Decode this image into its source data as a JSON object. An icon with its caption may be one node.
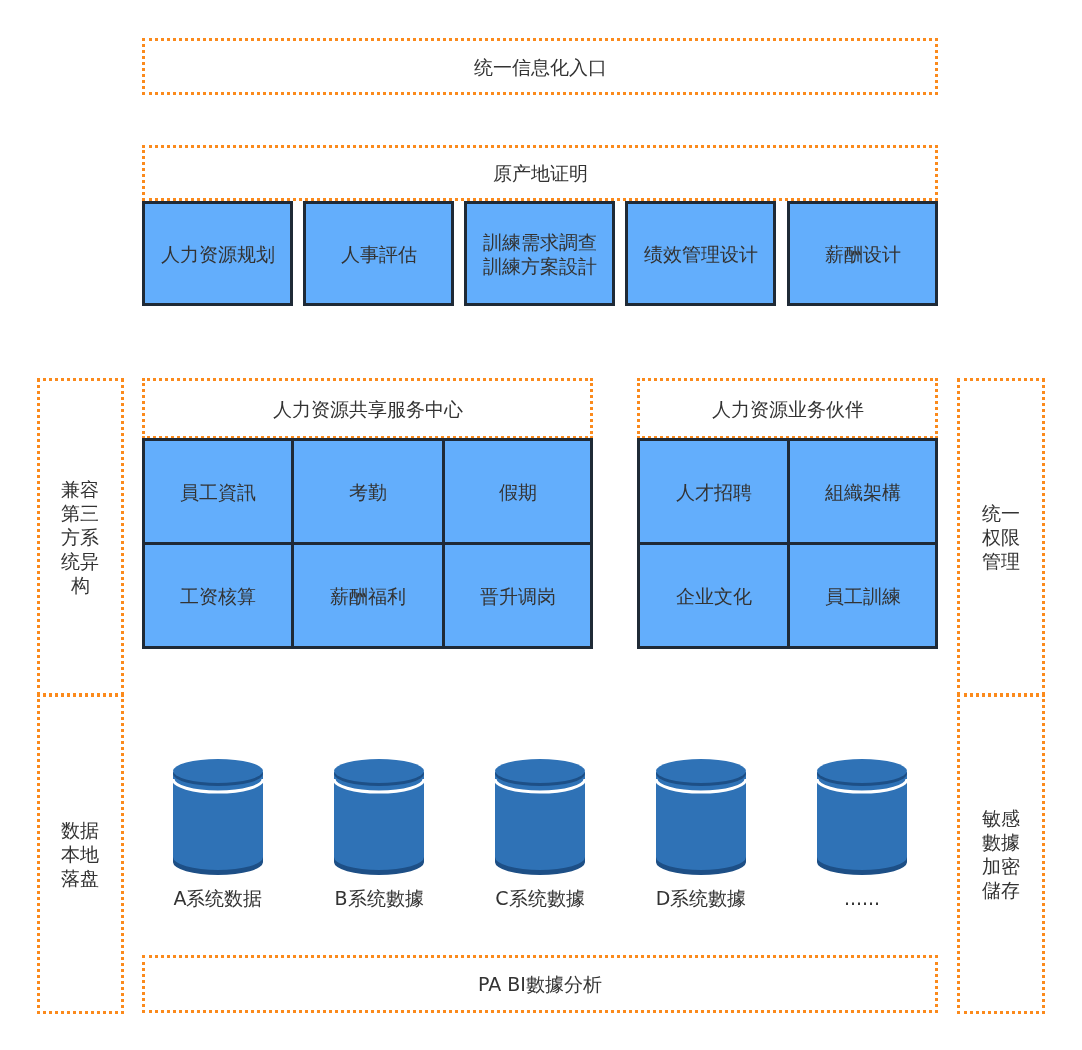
{
  "diagram": {
    "nodes": [
      {
        "text": [
          "统一信息化入口"
        ]
      },
      {
        "text": [
          "原产地证明"
        ]
      },
      {
        "text": [
          "人力资源规划"
        ]
      },
      {
        "text": [
          "人事評估"
        ]
      },
      {
        "text": [
          "訓練需求調查訓練方案設計"
        ]
      },
      {
        "text": [
          "绩效管理设计"
        ]
      },
      {
        "text": [
          "薪酬设计"
        ]
      },
      {
        "text": [
          "兼容第三方系统异构"
        ]
      },
      {
        "text": [
          "人力资源共享服务中心"
        ]
      },
      {
        "text": [
          "員工資訊"
        ]
      },
      {
        "text": [
          "考勤"
        ]
      },
      {
        "text": [
          "假期"
        ]
      },
      {
        "text": [
          "工资核算"
        ]
      },
      {
        "text": [
          "薪酬福利"
        ]
      },
      {
        "text": [
          "晋升调岗"
        ]
      },
      {
        "text": [
          "人力资源业务伙伴"
        ]
      },
      {
        "text": [
          "人才招聘"
        ]
      },
      {
        "text": [
          "組織架構"
        ]
      },
      {
        "text": [
          "企业文化"
        ]
      },
      {
        "text": [
          "員工訓練"
        ]
      },
      {
        "text": [
          "统一权限管理"
        ]
      },
      {
        "text": [
          "数据本地落盘"
        ]
      },
      {
        "text": [],
        "shape": "cylinder",
        "beside": [
          "A系统数据"
        ]
      },
      {
        "text": [],
        "shape": "cylinder",
        "beside": [
          "B系统數據"
        ]
      },
      {
        "text": [],
        "shape": "cylinder",
        "beside": [
          "C系统數據"
        ]
      },
      {
        "text": [],
        "shape": "cylinder",
        "beside": [
          "D系统數據"
        ]
      },
      {
        "text": [],
        "shape": "cylinder",
        "beside": [
          "......"
        ]
      },
      {
        "text": [
          "敏感數據加密儲存"
        ]
      },
      {
        "text": [
          "PA BI數據分析"
        ]
      }
    ],
    "edges": []
  }
}
